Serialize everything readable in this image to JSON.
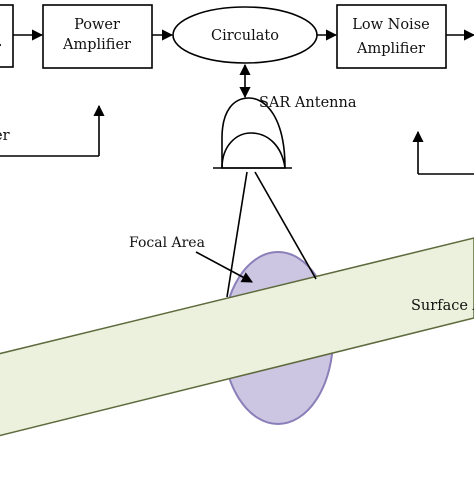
{
  "diagram": {
    "blocks": {
      "left_cut_box": {
        "label": "r"
      },
      "power_amplifier": {
        "line1": "Power",
        "line2": "Amplifier"
      },
      "circulator": {
        "label": "Circulato"
      },
      "low_noise_amplifier": {
        "line1": "Low Noise",
        "line2": "Amplifier"
      }
    },
    "labels": {
      "left_cut_text": "er",
      "sar_antenna": "SAR Antenna",
      "focal_area": "Focal Area",
      "surface": "Surface A"
    },
    "colors": {
      "surface_fill": "#ebf1dc",
      "surface_stroke": "#5d6a3c",
      "focal_fill": "#cdc6e3",
      "focal_stroke": "#8a7fb8",
      "line": "#000000",
      "block_stroke": "#000000"
    }
  }
}
